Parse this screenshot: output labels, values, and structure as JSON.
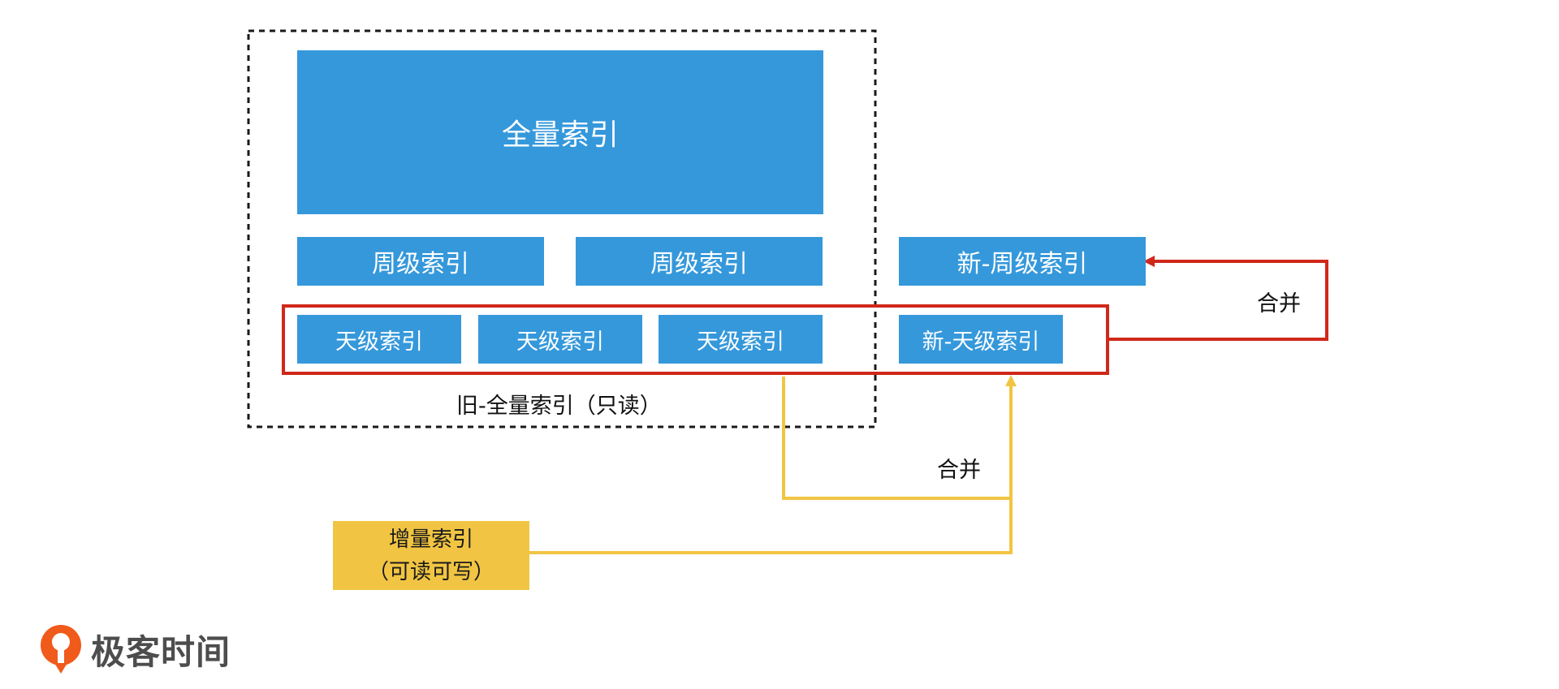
{
  "old_full_index": {
    "full_index": "全量索引",
    "week_indexes": [
      "周级索引",
      "周级索引"
    ],
    "day_indexes": [
      "天级索引",
      "天级索引",
      "天级索引"
    ],
    "caption": "旧-全量索引（只读）"
  },
  "new_week_index": "新-周级索引",
  "new_day_index": "新-天级索引",
  "incremental_index": {
    "line1": "增量索引",
    "line2": "（可读可写）"
  },
  "merge_labels": {
    "top": "合并",
    "bottom": "合并"
  },
  "logo": {
    "text": "极客时间"
  },
  "colors": {
    "blue": "#3598db",
    "yellow": "#f1c543",
    "red": "#d0281a",
    "logo_orange": "#f05a1a"
  }
}
